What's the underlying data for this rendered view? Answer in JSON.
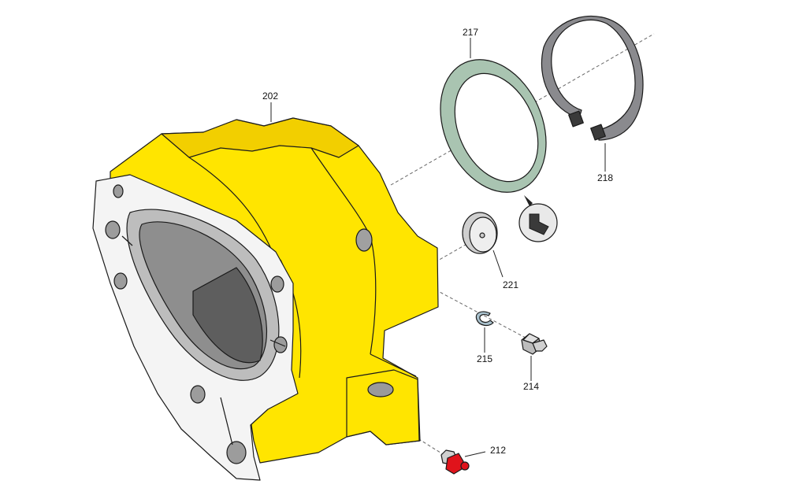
{
  "diagram": {
    "type": "exploded-parts-view",
    "colors": {
      "housing": "#ffe500",
      "housing_shade": "#f2cf00",
      "flange": "#f4f4f4",
      "bore": "#8e8e8e",
      "seal": "#a9c4b1",
      "snap_ring": "#8a8a8e",
      "plug": "#d8d8d8",
      "retaining_ring": "#a8c0cc",
      "highlight_part": "#e0131b"
    },
    "parts": [
      {
        "number": "202",
        "role": "housing"
      },
      {
        "number": "217",
        "role": "seal"
      },
      {
        "number": "218",
        "role": "snap-ring"
      },
      {
        "number": "221",
        "role": "plug-cap"
      },
      {
        "number": "215",
        "role": "retaining-ring"
      },
      {
        "number": "214",
        "role": "bolt"
      },
      {
        "number": "212",
        "role": "breather-fitting"
      }
    ]
  }
}
